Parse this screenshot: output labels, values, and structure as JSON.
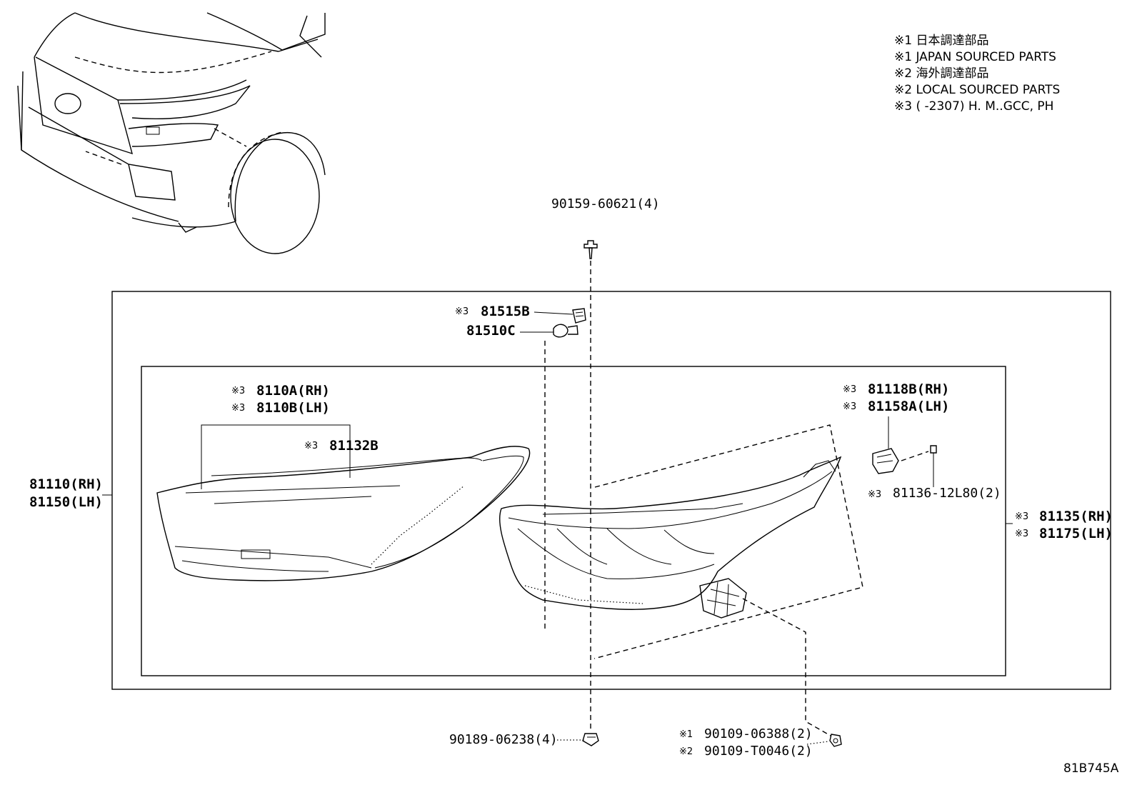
{
  "notes": [
    "※1 日本調達部品",
    "※1 JAPAN SOURCED PARTS",
    "※2 海外調達部品",
    "※2 LOCAL SOURCED PARTS",
    "※3 (      -2307) H. M..GCC, PH"
  ],
  "marks": {
    "m1": "※1",
    "m2": "※2",
    "m3": "※3"
  },
  "parts": {
    "screw_top": "90159-60621(4)",
    "bulb_socket": "81515B",
    "bulb": "81510C",
    "lens_rh": "8110A(RH)",
    "lens_lh": "8110B(LH)",
    "gasket": "81132B",
    "assy_rh": "81110(RH)",
    "assy_lh": "81150(LH)",
    "module_rh": "81118B(RH)",
    "module_lh": "81158A(LH)",
    "module_screw": "81136-12L80(2)",
    "unit_rh": "81135(RH)",
    "unit_lh": "81175(LH)",
    "clip_bottom": "90189-06238(4)",
    "nut_jp": "90109-06388(2)",
    "nut_local": "90109-T0046(2)"
  },
  "diagram_id": "81B745A"
}
